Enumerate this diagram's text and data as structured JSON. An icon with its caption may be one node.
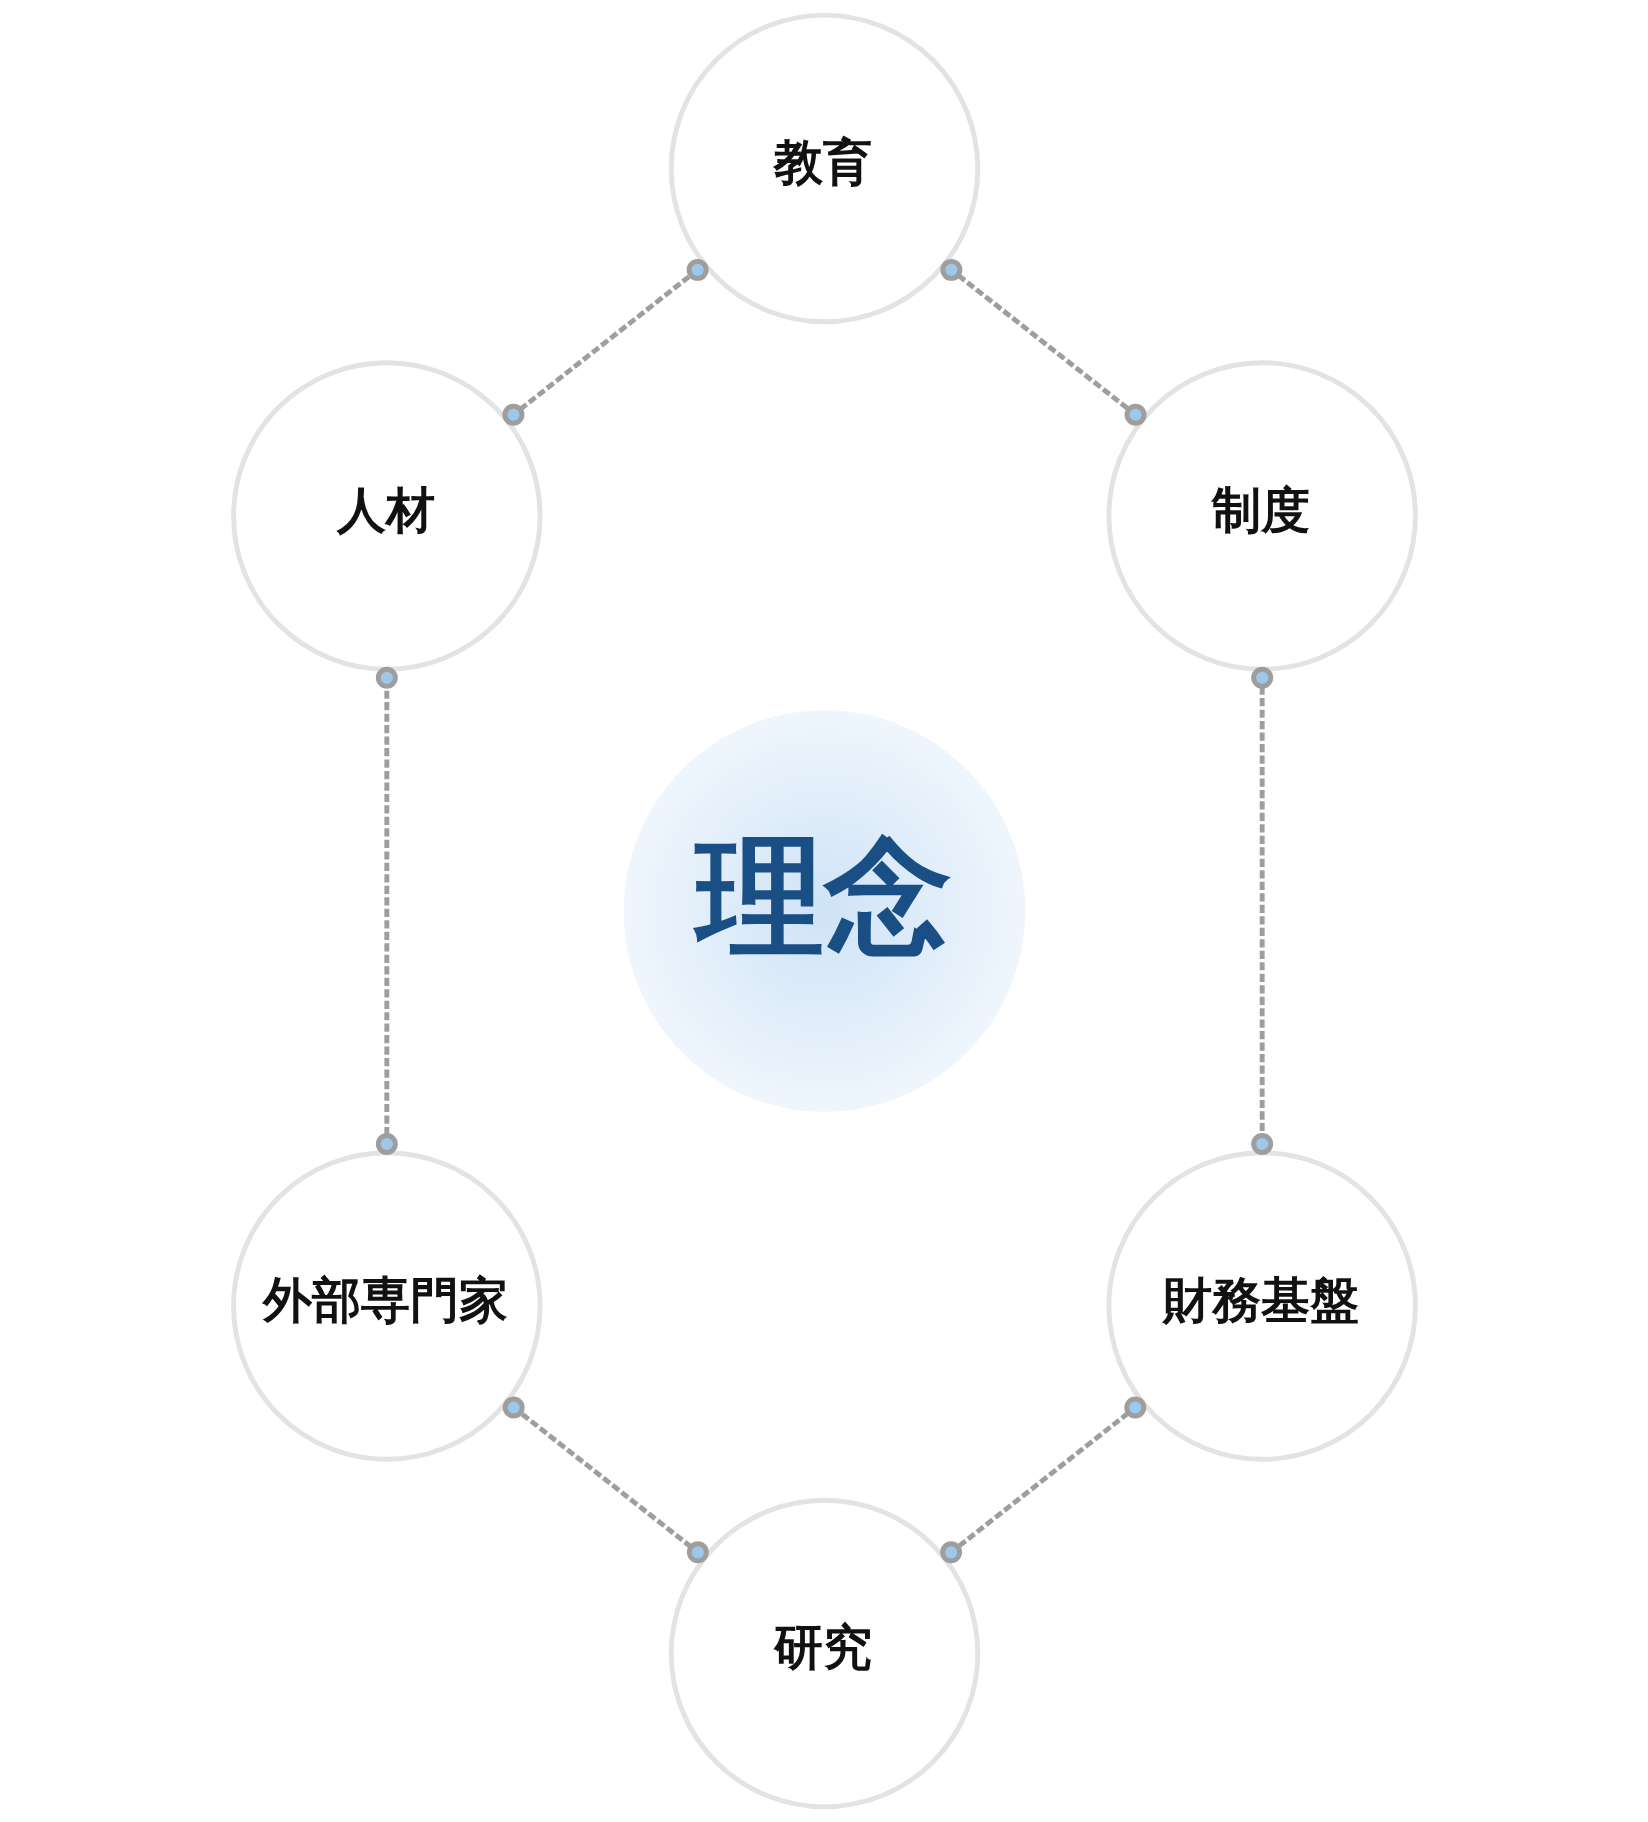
{
  "diagram": {
    "nodes": [
      {
        "text": [
          "教育"
        ]
      },
      {
        "text": [
          "人材"
        ]
      },
      {
        "text": [
          "制度"
        ]
      },
      {
        "text": [
          "理念"
        ]
      },
      {
        "text": [
          "外部専門家"
        ]
      },
      {
        "text": [
          "財務基盤"
        ]
      },
      {
        "text": [
          "研究"
        ]
      }
    ],
    "edges": [
      {
        "from": 0,
        "to": 2,
        "arrow": "other",
        "style": "dashed"
      },
      {
        "from": 2,
        "to": 5,
        "arrow": "other",
        "style": "dashed"
      },
      {
        "from": 5,
        "to": 6,
        "arrow": "other",
        "style": "dashed"
      },
      {
        "from": 6,
        "to": 4,
        "arrow": "other",
        "style": "dashed"
      },
      {
        "from": 4,
        "to": 1,
        "arrow": "other",
        "style": "dashed"
      },
      {
        "from": 1,
        "to": 0,
        "arrow": "other",
        "style": "dashed"
      }
    ]
  }
}
